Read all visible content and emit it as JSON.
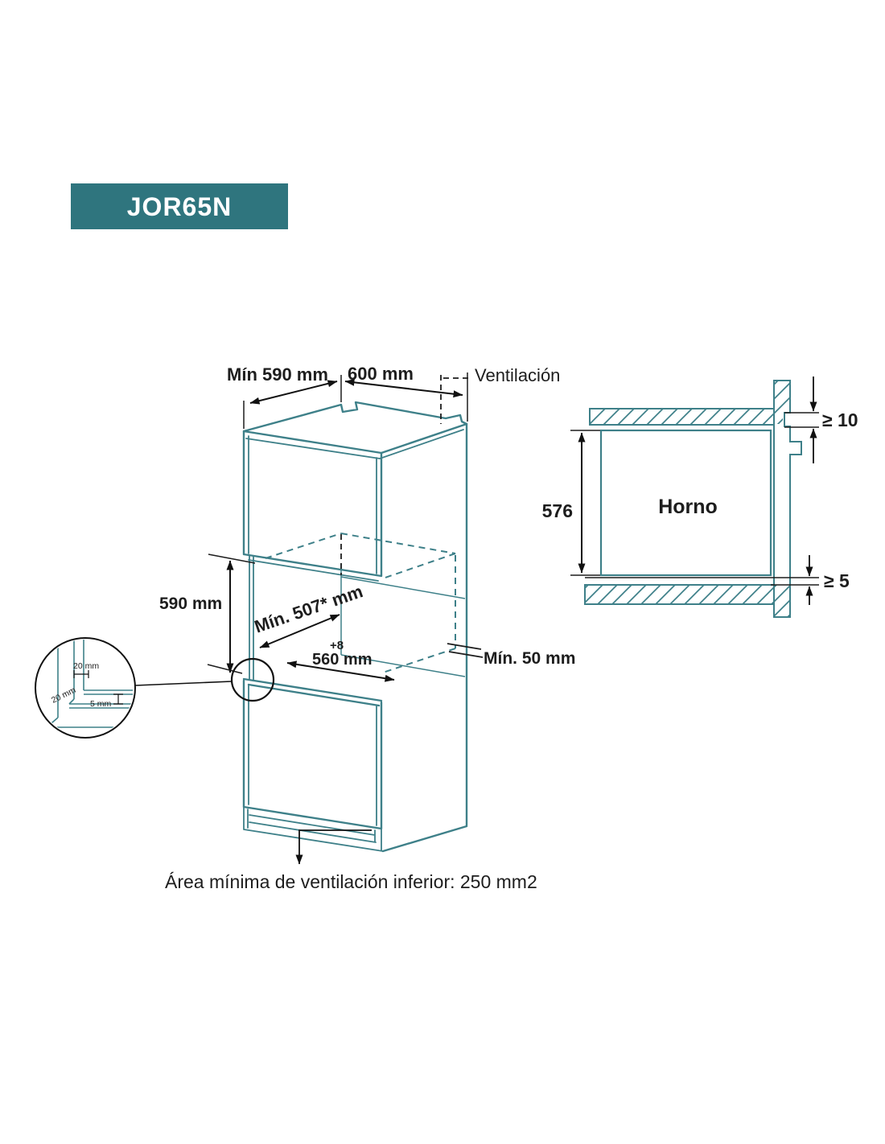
{
  "badge": {
    "label": "JOR65N",
    "bg": "#2F757E",
    "fg": "#FFFFFF"
  },
  "front_view": {
    "top_width_label": "Mín 590 mm",
    "top_depth_label": "600 mm",
    "ventilation_label": "Ventilación",
    "niche_height_label": "590 mm",
    "niche_depth_label": "Mín. 507* mm",
    "niche_width_label": "560 mm",
    "niche_width_tolerance": "+8",
    "rear_clearance_label": "Mín. 50 mm",
    "bottom_vent_label": "Área mínima de ventilación inferior: 250 mm2",
    "detail": {
      "top_gap": "20 mm",
      "side_gap": "20 mm",
      "front_gap": "5 mm"
    }
  },
  "side_view": {
    "oven_label": "Horno",
    "height_label": "576",
    "top_clearance_label": "≥ 10",
    "bottom_clearance_label": "≥ 5"
  },
  "colors": {
    "line_teal": "#3E8089",
    "badge_teal": "#2F757E",
    "text": "#1D1D1D"
  }
}
